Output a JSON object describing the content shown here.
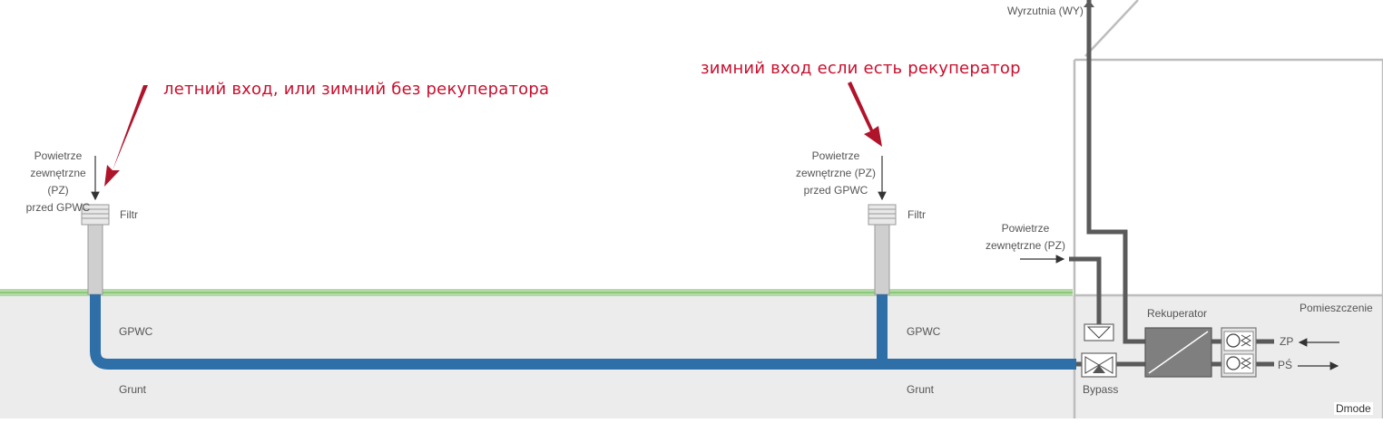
{
  "annotations": {
    "summer_inlet": "летний вход, или зимний без рекуператора",
    "winter_inlet": "зимний вход если есть рекуператор"
  },
  "labels": {
    "outdoor_air_before_gpwc": "Powietrze\nzewnętrzne (PZ)\nprzed GPWC",
    "filter": "Filtr",
    "gpwc": "GPWC",
    "ground": "Grunt",
    "outdoor_air": "Powietrze\nzewnętrzne (PZ)",
    "exhaust": "Wyrzutnia (WY)",
    "recuperator": "Rekuperator",
    "room": "Pomieszczenie",
    "bypass": "Bypass",
    "zp": "ZP",
    "ps": "PŚ"
  },
  "watermark": "Dmode",
  "colors": {
    "annotation": "#c8102e",
    "arrow": "#b0142b",
    "pipe": "#2f6fa7",
    "duct": "#5a5a5a",
    "ground": "#ececec",
    "grass": "#9fd08f",
    "house": "#bdbdbd"
  }
}
